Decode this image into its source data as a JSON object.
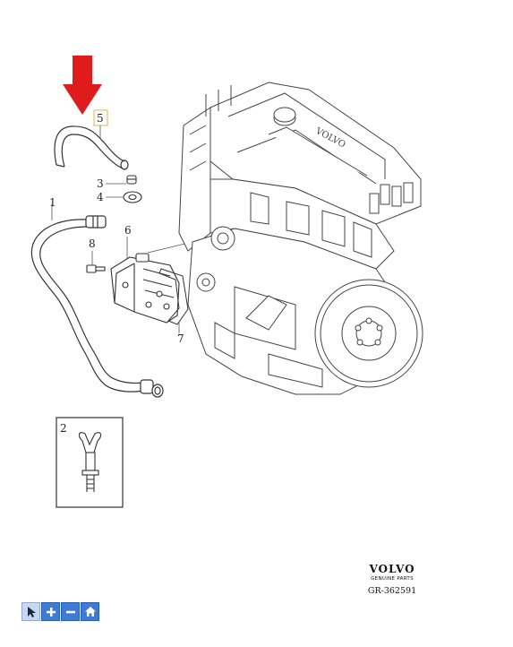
{
  "callouts": [
    {
      "id": "1",
      "text": "1"
    },
    {
      "id": "2",
      "text": "2"
    },
    {
      "id": "3",
      "text": "3"
    },
    {
      "id": "4",
      "text": "4"
    },
    {
      "id": "5",
      "text": "5"
    },
    {
      "id": "6",
      "text": "6"
    },
    {
      "id": "7",
      "text": "7"
    },
    {
      "id": "8",
      "text": "8"
    }
  ],
  "engine_badge": "VOLVO",
  "brand": {
    "logo": "VOLVO",
    "tagline": "GENUINE PARTS",
    "code": "GR-362591"
  },
  "highlight": {
    "color": "#e01b1b",
    "target_callout": "5",
    "box_color": "#e8b04a"
  },
  "toolbar": [
    {
      "name": "pointer-tool",
      "icon": "pointer-icon"
    },
    {
      "name": "zoom-in-tool",
      "icon": "plus-icon"
    },
    {
      "name": "zoom-out-tool",
      "icon": "minus-icon"
    },
    {
      "name": "home-tool",
      "icon": "home-icon"
    }
  ]
}
